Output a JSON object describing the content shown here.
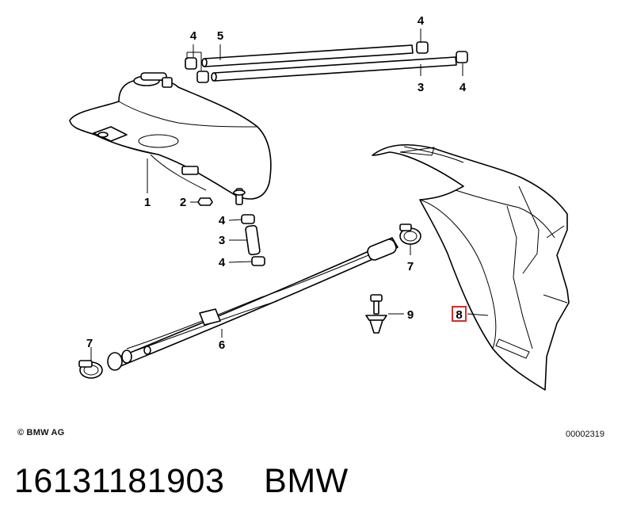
{
  "diagram": {
    "callouts": {
      "c1": "1",
      "c2": "2",
      "c3a": "3",
      "c3b": "3",
      "c4a": "4",
      "c4b": "4",
      "c4c": "4",
      "c4d": "4",
      "c4e": "4",
      "c5": "5",
      "c6": "6",
      "c7a": "7",
      "c7b": "7",
      "c8": "8",
      "c9": "9"
    },
    "highlight_color": "#d32f2f"
  },
  "footer": {
    "copyright": "© BMW AG",
    "diagram_id": "00002319",
    "title": "16131181903    BMW"
  }
}
